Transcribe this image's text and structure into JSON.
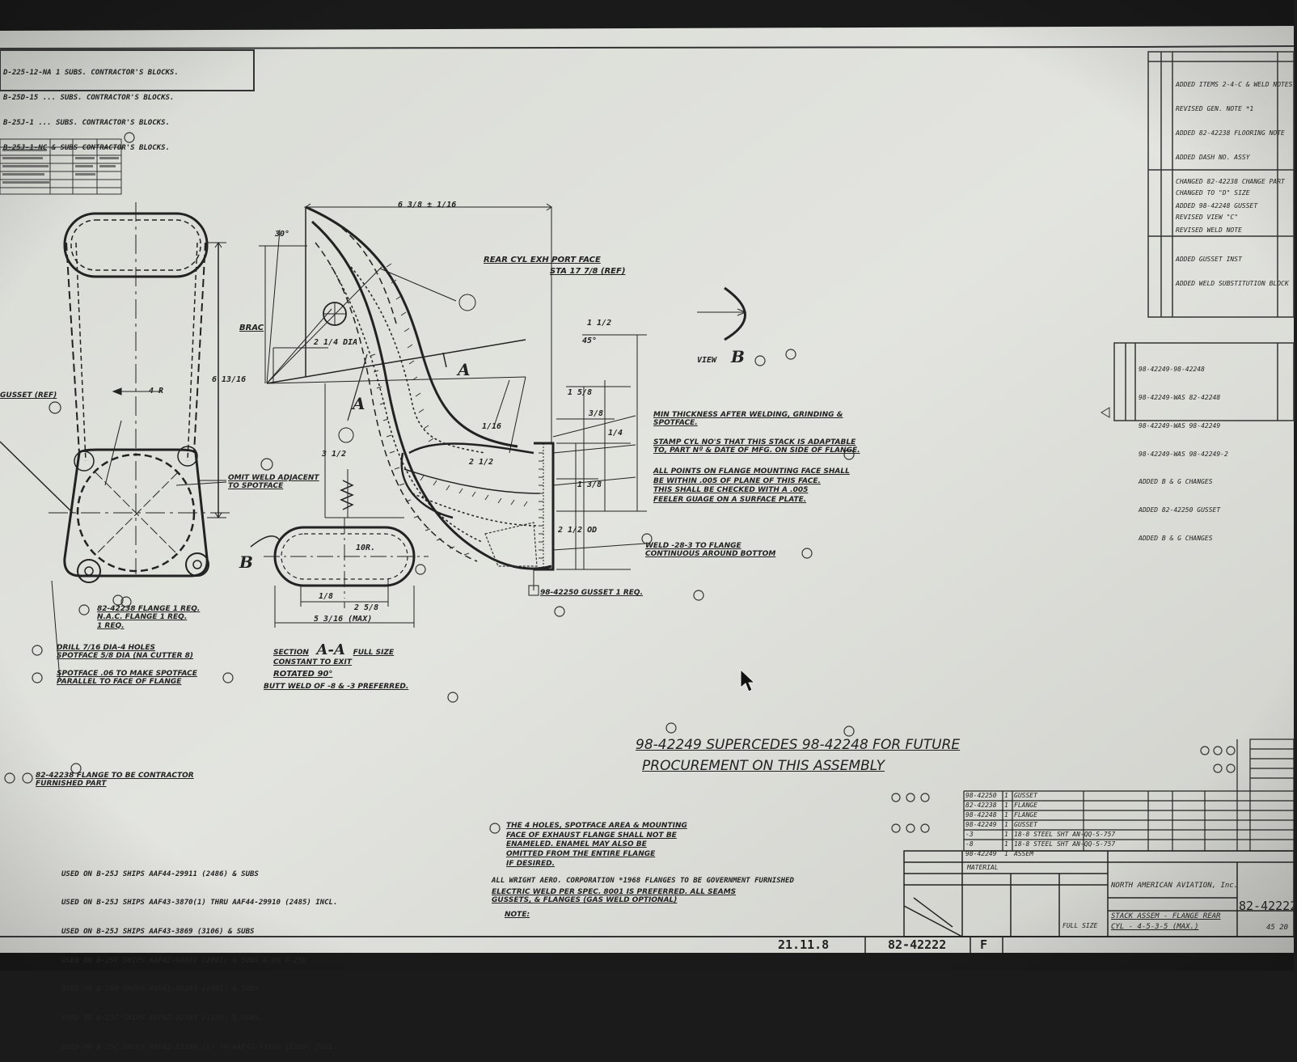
{
  "top_left_notes": [
    "D-225-12-NA 1 SUBS. CONTRACTOR'S BLOCKS.",
    "B-25D-15 ... SUBS. CONTRACTOR'S BLOCKS.",
    "B-25J-1 ... SUBS. CONTRACTOR'S BLOCKS.",
    "B-25J-1-NC & SUBS CONTRACTOR'S BLOCKS."
  ],
  "revision_notes": [
    "ADDED ITEMS 2-4-C & WELD NOTES",
    "REVISED GEN. NOTE *1",
    "ADDED 82-42238 FLOORING NOTE",
    "ADDED DASH NO. ASSY",
    "CHANGED 82-42238 CHANGE PART",
    "ADDED 98-42248 GUSSET",
    "REVISED WELD NOTE",
    "CHANGED TO \"D\" SIZE",
    "REVISED VIEW \"C\"",
    "ADDED GUSSET INST",
    "ADDED WELD SUBSTITUTION BLOCK"
  ],
  "supersede_notes": [
    "98-42249-98-42248",
    "98-42249-WAS 82-42248",
    "98-42249-WAS 98-42249",
    "98-42249-WAS 98-42249-2",
    "ADDED B & G CHANGES",
    "ADDED 82-42250 GUSSET",
    "ADDED B & G CHANGES"
  ],
  "dimensions": {
    "top_width": "6 3/8 ± 1/16",
    "height_left": "6 13/16",
    "four_r": "4 R",
    "three_half": "3 1/2",
    "one_half": "1 1/2",
    "one_five_eight": "1 5/8",
    "three_eight": "3/8",
    "one_three_eight": "1 3/8",
    "two_half": "2 1/2",
    "one_quarter": "1/4",
    "ten_r": "10R.",
    "one_eighth": "1/8",
    "five_three_sixteen": "5 3/16 (MAX)",
    "two_five_eight": "2 5/8",
    "two_dia": "2 1/4 DIA",
    "forty_five": "45°",
    "thirty": "30°",
    "one_sixteen": "1/16",
    "two_zero": "2 1/2 OD"
  },
  "labels": {
    "rear_cyl": "REAR CYL EXH PORT FACE",
    "sta": "STA 17 7/8 (REF)",
    "brac": "BRAC",
    "view_b": "VIEW",
    "view_b_letter": "B",
    "section_a_upper": "A",
    "section_a_lower": "A",
    "section_b_letter": "B",
    "gusset_left": "GUSSET (REF)",
    "omit_weld": "OMIT WELD ADJACENT\nTO SPOTFACE",
    "flange_ref": "82-42238 FLANGE 1 REQ.\nN.A.C. FLANGE 1 REQ.\n1 REQ.",
    "drill_note": "DRILL 7/16 DIA-4 HOLES\nSPOTFACE 5/8 DIA (NA CUTTER 8)",
    "spotface_note": "SPOTFACE .06 TO MAKE SPOTFACE\nPARALLEL TO FACE OF FLANGE",
    "section_aa": "SECTION",
    "section_aa_letters": "A-A",
    "section_aa_full": "FULL SIZE",
    "section_aa_2": "CONSTANT TO EXIT",
    "section_aa_3": "ROTATED 90°",
    "butt_weld": "BUTT WELD OF -8 & -3 PREFERRED.",
    "min_thickness": "MIN THICKNESS AFTER WELDING, GRINDING &\nSPOTFACE.",
    "stamp_note": "STAMP CYL NO'S THAT THIS STACK IS ADAPTABLE\nTO, PART Nº & DATE OF MFG. ON SIDE OF FLANGE.",
    "flange_points": "ALL POINTS ON FLANGE MOUNTING FACE SHALL\nBE WITHIN .005 OF PLANE OF THIS FACE.\nTHIS SHALL BE CHECKED WITH A .005\nFEELER GUAGE ON A SURFACE PLATE.",
    "weld_note": "WELD -28-3 TO FLANGE\nCONTINUOUS AROUND BOTTOM",
    "gusset_bottom": "98-42250 GUSSET 1 REQ.",
    "supersedes_1": "98-42249 SUPERCEDES 98-42248 FOR FUTURE",
    "supersedes_2": "PROCUREMENT ON THIS ASSEMBLY",
    "flange_contractor": "82-42238 FLANGE TO BE CONTRACTOR\nFURNISHED PART",
    "holes_note": "THE 4 HOLES, SPOTFACE AREA & MOUNTING\nFACE OF EXHAUST FLANGE SHALL NOT BE\nENAMELED. ENAMEL MAY ALSO BE\nOMITTED FROM THE ENTIRE FLANGE\nIF DESIRED.",
    "note_2": "ALL WRIGHT AERO. CORPORATION *1968 FLANGES TO BE GOVERNMENT FURNISHED",
    "note_3": "ELECTRIC WELD PER SPEC. 8001 IS PREFERRED. ALL SEAMS\nGUSSETS, & FLANGES (GAS WELD OPTIONAL)",
    "note_3b": "NOTE:"
  },
  "usage_notes": [
    "USED ON B-25J SHIPS AAF44-29911 (2486) & SUBS",
    "USED ON B-25J SHIPS AAF43-3870(1) THRU AAF44-29910 (2485) INCL.",
    "USED ON B-25J SHIPS AAF43-3869 (3106) & SUBS",
    "USED ON B-25C SHIPS AAF42-64502 (1001) & SUBS & ON B-25D ...",
    "USED ON B-25D SHIPS AAF41-30163 (2001) & SUBS.",
    "USED ON B-25C SHIPS AAF42-32383 (1170) & SUBS.",
    "USED ON B-25C SHIPS AAF42-53330 (1) TO AAF42-53356 (1269) INCL."
  ],
  "parts_list": [
    {
      "part": "98-42250",
      "qty": "1",
      "name": "GUSSET"
    },
    {
      "part": "82-42238",
      "qty": "1",
      "name": "FLANGE"
    },
    {
      "part": "98-42248",
      "qty": "1",
      "name": "FLANGE"
    },
    {
      "part": "98-42249",
      "qty": "1",
      "name": "GUSSET"
    },
    {
      "part": "-3",
      "qty": "1",
      "name": "18-8 STEEL SHT AN-QQ-S-757"
    },
    {
      "part": "-8",
      "qty": "1",
      "name": "18-8 STEEL SHT AN-QQ-S-757"
    },
    {
      "part": "98-42249",
      "qty": "1",
      "name": "ASSEM"
    }
  ],
  "title_block": {
    "company": "NORTH AMERICAN AVIATION, Inc.",
    "title_1": "STACK ASSEM - FLANGE REAR",
    "title_2": "CYL - 4-5-3-5 (MAX.)",
    "drawing_no": "82-42222",
    "material": "MATERIAL",
    "scale": "FULL SIZE",
    "sheet_corner": "45 20"
  },
  "bottom_strip": {
    "code_1": "21.11.8",
    "code_2": "82-42222",
    "code_3": "F"
  }
}
